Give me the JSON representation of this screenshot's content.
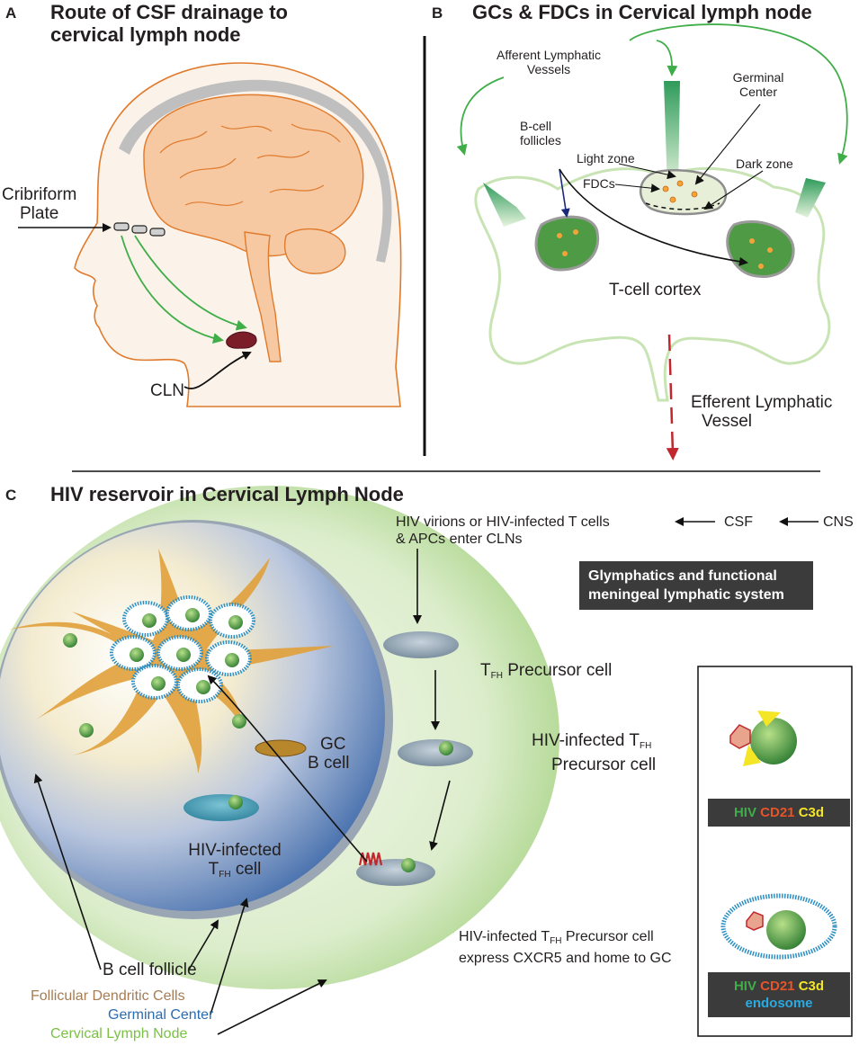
{
  "panelA": {
    "letter": "A",
    "title_line1": "Route of CSF drainage to",
    "title_line2": "cervical lymph node",
    "cribriform_line1": "Cribriform",
    "cribriform_line2": "Plate",
    "cln": "CLN"
  },
  "panelB": {
    "letter": "B",
    "title": "GCs & FDCs in Cervical lymph node",
    "afferent_line1": "Afferent Lymphatic",
    "afferent_line2": "Vessels",
    "germinal_line1": "Germinal",
    "germinal_line2": "Center",
    "bcell_line1": "B-cell",
    "bcell_line2": "follicles",
    "light_zone": "Light zone",
    "fdcs": "FDCs",
    "dark_zone": "Dark zone",
    "tcell_cortex": "T-cell cortex",
    "efferent_line1": "Efferent Lymphatic",
    "efferent_line2": "Vessel"
  },
  "panelC": {
    "letter": "C",
    "title": "HIV reservoir in Cervical Lymph Node",
    "entry_line1": "HIV virions or HIV-infected T cells",
    "entry_line2": "& APCs enter CLNs",
    "csf": "CSF",
    "cns": "CNS",
    "glymph_line1": "Glymphatics and functional",
    "glymph_line2": "meningeal lymphatic system",
    "precursor_main": "T",
    "precursor_sub": "FH",
    "precursor_rest": " Precursor cell",
    "infprec_line1_main": "HIV-infected T",
    "infprec_line1_sub": "FH",
    "infprec_line2": "Precursor cell",
    "gc_line1": "GC",
    "gc_line2": "B cell",
    "inftfh_line1": "HIV-infected",
    "inftfh_line2_main": "T",
    "inftfh_line2_sub": "FH",
    "inftfh_line2_rest": " cell",
    "express_line1_main": "HIV-infected T",
    "express_line1_sub": "FH",
    "express_line1_rest": " Precursor cell",
    "express_line2": "express CXCR5 and home to GC",
    "bcell_follicle": "B cell follicle",
    "fdc_label": "Follicular Dendritic Cells",
    "germinal_center": "Germinal Center",
    "cervical_ln": "Cervical Lymph Node"
  },
  "legend": {
    "hiv": "HIV",
    "cd21": "CD21",
    "c3d": "C3d",
    "endosome": "endosome"
  },
  "colors": {
    "hiv_green": "#3fae49",
    "cd21_red": "#e8532a",
    "c3d_yellow": "#f4e526",
    "endosome_blue": "#29abe2",
    "fdc_brown": "#a67c52",
    "gc_blue": "#2b6cb0",
    "cln_green": "#7ac143",
    "node_green": "#c9e4b4"
  }
}
